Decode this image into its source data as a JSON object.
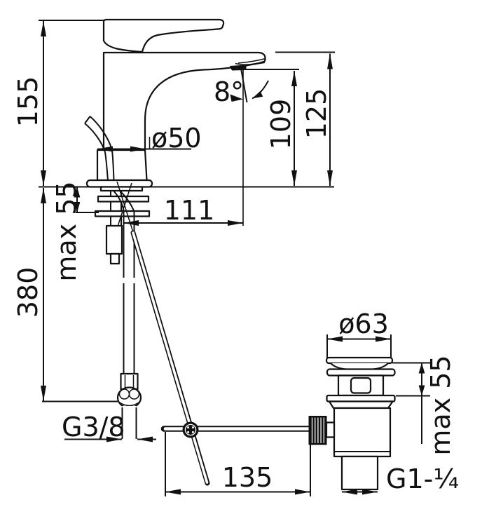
{
  "page": {
    "background": "#ffffff",
    "line_color": "#111111"
  },
  "drawing": {
    "kind": "single-lever-basin-mixer-with-pop-up-waste-dimension-drawing"
  },
  "labels": {
    "total_height": "155",
    "base_diameter": "ø50",
    "spout_angle": "8°",
    "outlet_height": "109",
    "spout_tip_height": "125",
    "spout_reach": "111",
    "deck_thickness_max": "max 55",
    "supply_height": "380",
    "supply_thread": "G3/8",
    "rod_horizontal_offset": "135",
    "waste_flange_diameter": "ø63",
    "waste_deck_thickness_max": "max 55",
    "waste_thread": "G1-¹⁄₄"
  }
}
